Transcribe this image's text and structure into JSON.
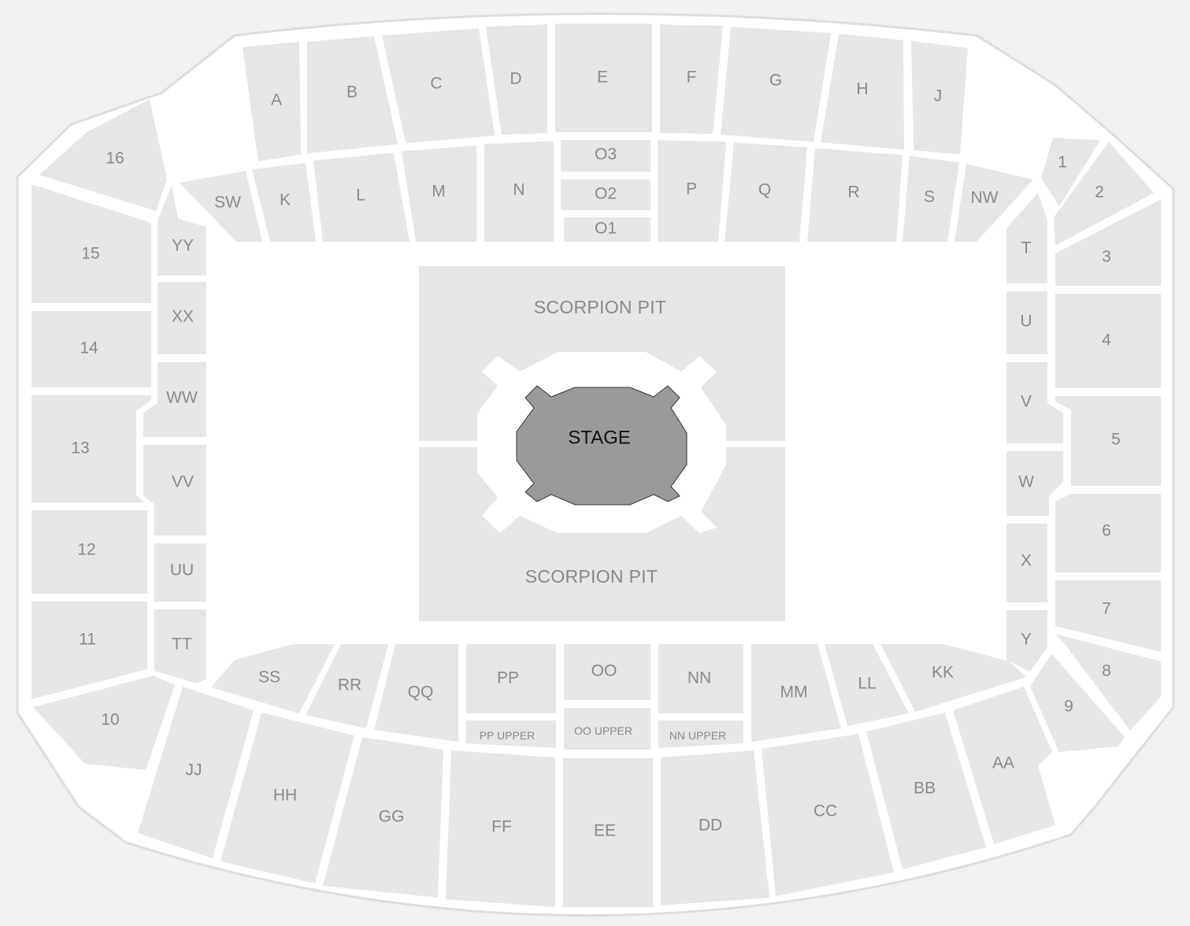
{
  "venue_map": {
    "stage": "STAGE",
    "pit_north": "SCORPION PIT",
    "pit_south": "SCORPION PIT",
    "sections": {
      "A": "A",
      "B": "B",
      "C": "C",
      "D": "D",
      "E": "E",
      "F": "F",
      "G": "G",
      "H": "H",
      "J": "J",
      "SW": "SW",
      "K": "K",
      "L": "L",
      "M": "M",
      "N": "N",
      "O3": "O3",
      "O2": "O2",
      "O1": "O1",
      "P": "P",
      "Q": "Q",
      "R": "R",
      "S": "S",
      "NW": "NW",
      "n1": "1",
      "n2": "2",
      "n3": "3",
      "n4": "4",
      "n5": "5",
      "n6": "6",
      "n7": "7",
      "n8": "8",
      "n9": "9",
      "n10": "10",
      "n11": "11",
      "n12": "12",
      "n13": "13",
      "n14": "14",
      "n15": "15",
      "n16": "16",
      "T": "T",
      "U": "U",
      "V": "V",
      "W": "W",
      "X": "X",
      "Y": "Y",
      "YY": "YY",
      "XX": "XX",
      "WW": "WW",
      "VV": "VV",
      "UU": "UU",
      "TT": "TT",
      "SS": "SS",
      "RR": "RR",
      "QQ": "QQ",
      "PP": "PP",
      "OO": "OO",
      "NN": "NN",
      "MM": "MM",
      "LL": "LL",
      "KK": "KK",
      "PP_UPPER": "PP UPPER",
      "OO_UPPER": "OO UPPER",
      "NN_UPPER": "NN UPPER",
      "JJ": "JJ",
      "HH": "HH",
      "GG": "GG",
      "FF": "FF",
      "EE": "EE",
      "DD": "DD",
      "CC": "CC",
      "BB": "BB",
      "AA": "AA"
    }
  },
  "colors": {
    "background": "#f1f1f1",
    "concourse": "#ffffff",
    "section": "#e6e6e6",
    "label": "#8a8a8a",
    "stage": "#9a9a9a"
  }
}
